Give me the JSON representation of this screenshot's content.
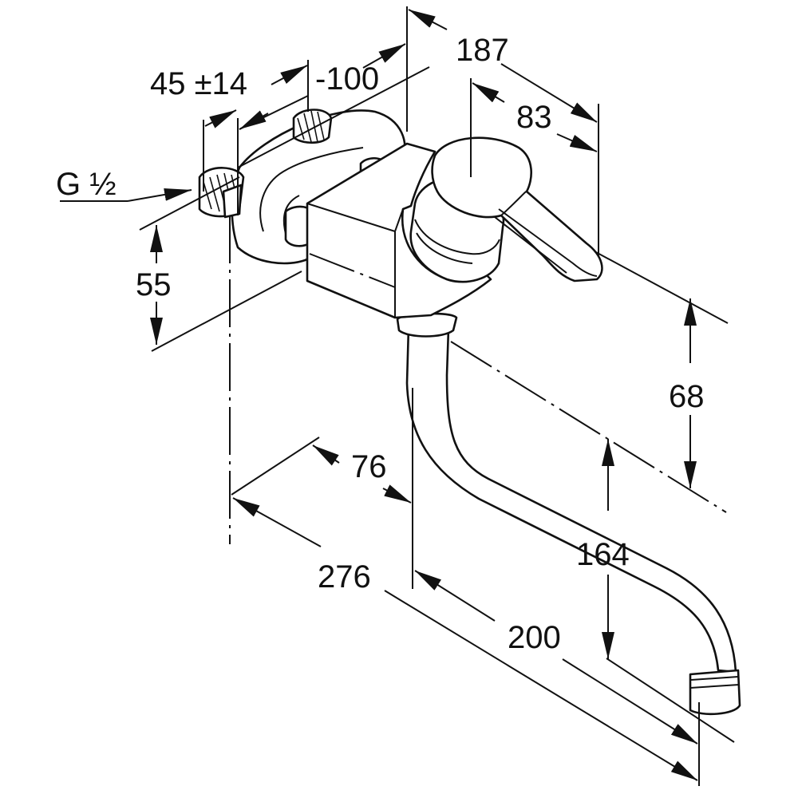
{
  "thread_label": "G ½",
  "dimensions": {
    "d187": "187",
    "d83": "83",
    "d45": "45 ±14",
    "d100": "-100",
    "d55": "55",
    "d68": "68",
    "d76": "76",
    "d164": "164",
    "d276": "276",
    "d200": "200"
  }
}
